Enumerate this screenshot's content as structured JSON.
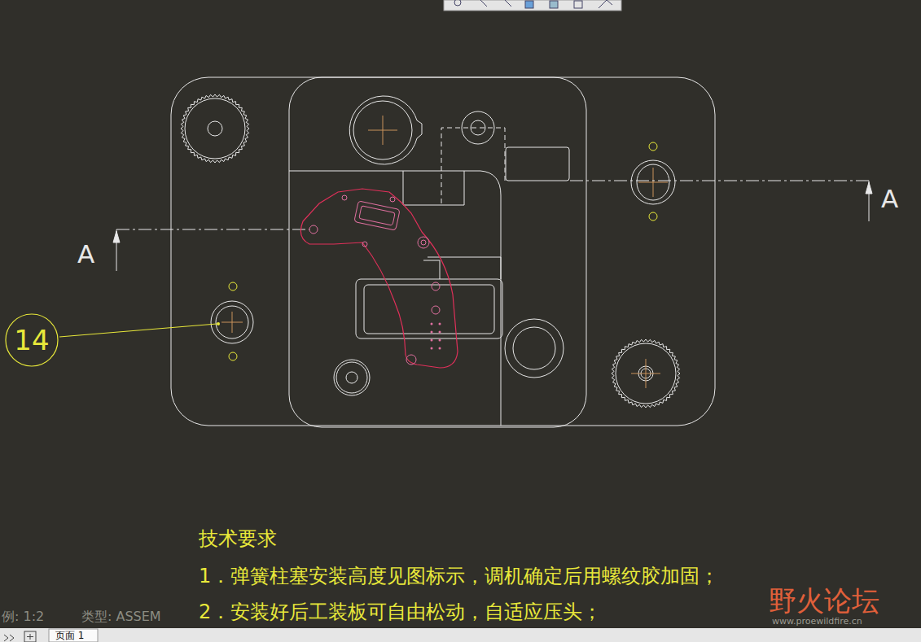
{
  "diagram": {
    "nodes": [
      {
        "text": [
          "14"
        ]
      }
    ],
    "edges": [],
    "labels": [
      "A",
      "A",
      "技术要求",
      "1．弹簧柱塞安装高度见图标示，调机确定后用螺纹胶加固；",
      "2．安装好后工装板可自由松动，自适应压头；",
      "例: 1:2",
      "类型: ASSEM",
      "页面 1",
      "野火论坛",
      "www.proewildfire.cn"
    ]
  }
}
